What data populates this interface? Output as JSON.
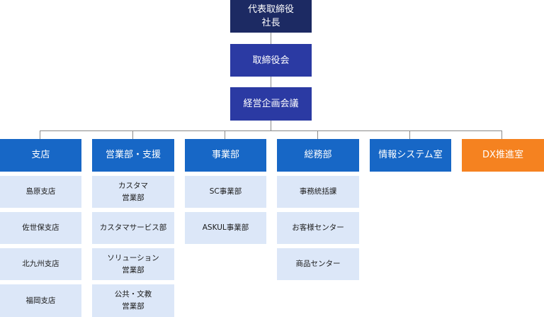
{
  "top": {
    "president": "代表取締役\n社長",
    "board": "取締役会",
    "council": "経営企画会議"
  },
  "departments": [
    {
      "label": "支店",
      "color": "#1767c6",
      "units": [
        "島原支店",
        "佐世保支店",
        "北九州支店",
        "福岡支店"
      ]
    },
    {
      "label": "営業部・支援",
      "color": "#1767c6",
      "units": [
        "カスタマ\n営業部",
        "カスタマサービス部",
        "ソリューション\n営業部",
        "公共・文教\n営業部"
      ]
    },
    {
      "label": "事業部",
      "color": "#1767c6",
      "units": [
        "SC事業部",
        "ASKUL事業部"
      ]
    },
    {
      "label": "総務部",
      "color": "#1767c6",
      "units": [
        "事務統括課",
        "お客様センター",
        "商品センター"
      ]
    },
    {
      "label": "情報システム室",
      "color": "#1767c6",
      "units": []
    },
    {
      "label": "DX推進室",
      "color": "#f58220",
      "units": []
    }
  ]
}
